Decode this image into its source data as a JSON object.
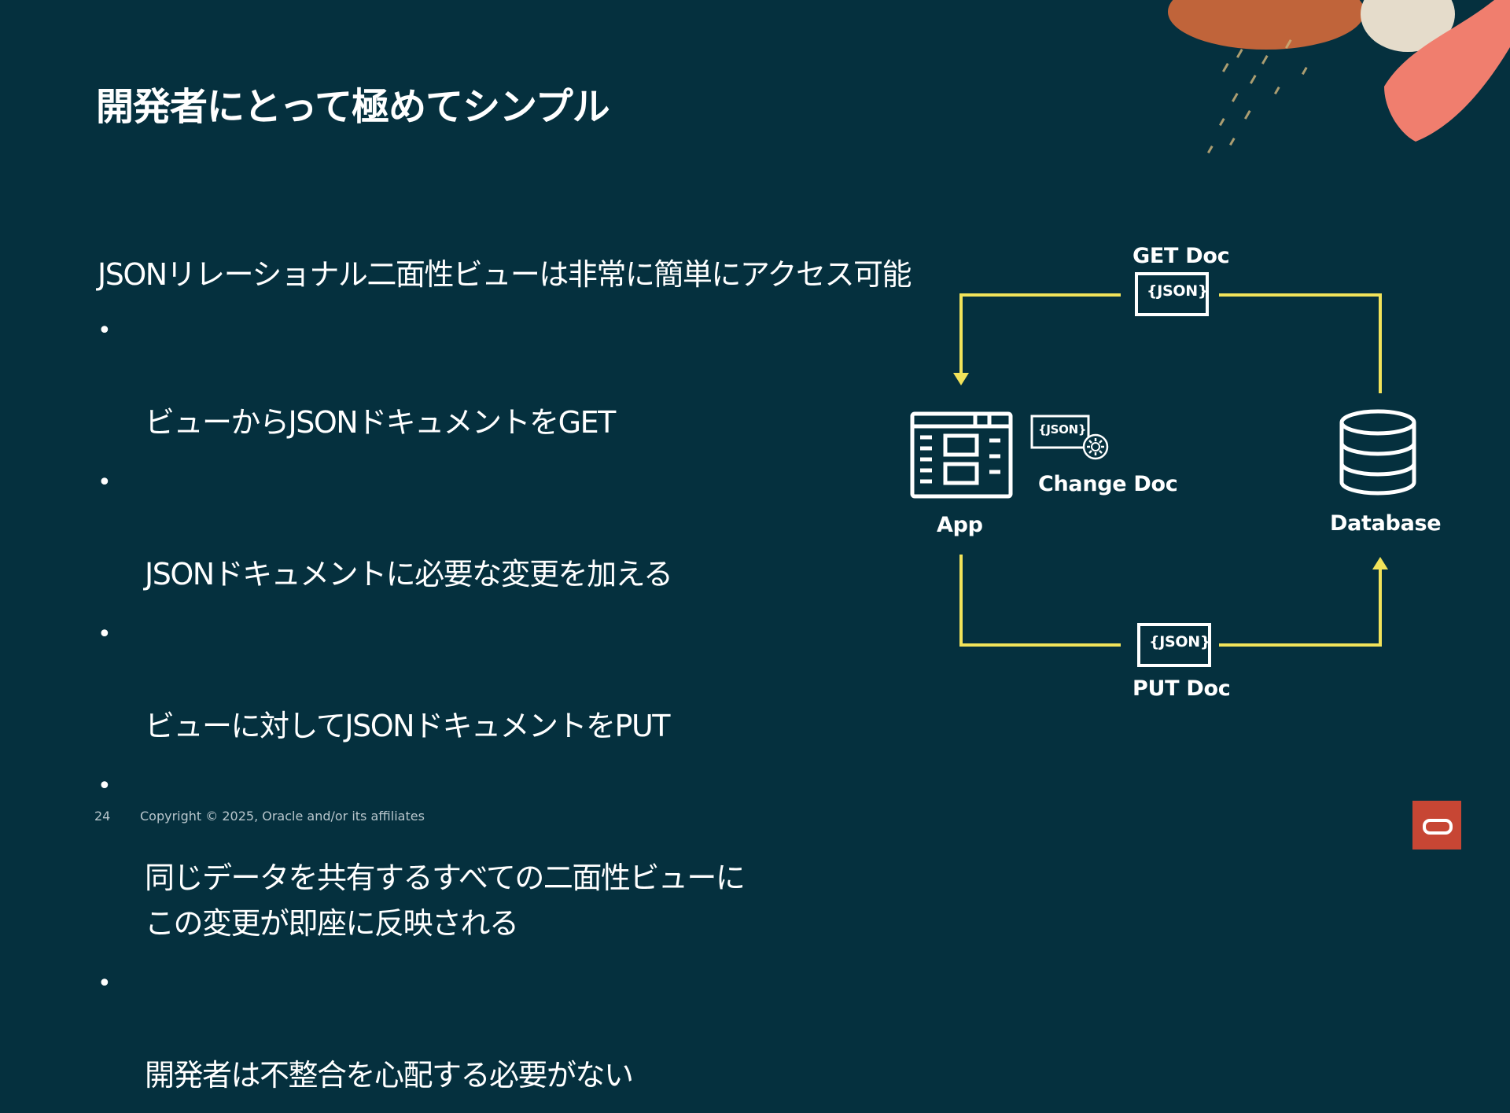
{
  "slide": {
    "title": "開発者にとって極めてシンプル",
    "intro": "JSONリレーショナル二面性ビューは非常に簡単にアクセス可能",
    "bullets": [
      "ビューからJSONドキュメントをGET",
      "JSONドキュメントに必要な変更を加える",
      "ビューに対してJSONドキュメントをPUT",
      "同じデータを共有するすべての二面性ビューに\nこの変更が即座に反映される",
      "開発者は不整合を心配する必要がない"
    ],
    "bullet_symbol": "•"
  },
  "diagram": {
    "get_label": "GET Doc",
    "put_label": "PUT Doc",
    "change_label": "Change Doc",
    "app_label": "App",
    "db_label": "Database",
    "json_badge": "{JSON}",
    "arrow_color": "#f2e35a",
    "icons": [
      "app-window-icon",
      "json-document-icon",
      "gear-icon",
      "database-icon"
    ]
  },
  "footer": {
    "page_number": "24",
    "copyright": "Copyright © 2025, Oracle and/or its affiliates"
  },
  "colors": {
    "background": "#05303e",
    "text": "#ffffff",
    "accent_yellow": "#f2e35a",
    "oracle_red": "#c74634"
  }
}
